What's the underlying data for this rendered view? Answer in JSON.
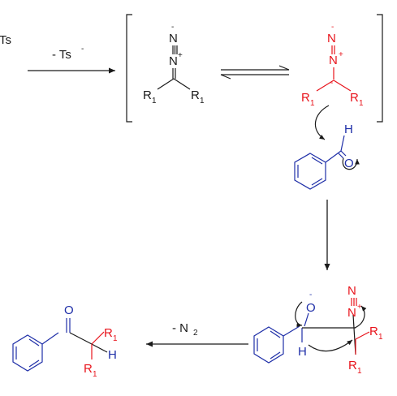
{
  "colors": {
    "black": "#1a1a1a",
    "red": "#e8141c",
    "blue": "#1f2fa8"
  },
  "top_left_fragment": "Ts",
  "step1": {
    "label_text": "- Ts",
    "label_sup": "-"
  },
  "diazo_black": {
    "n_minus": "-",
    "n_plus": "+",
    "r": "R",
    "r_sub": "1"
  },
  "diazo_red": {
    "n_minus": "-",
    "n_plus": "+",
    "r": "R",
    "r_sub": "1",
    "c_minus": "-"
  },
  "benzaldehyde": {
    "h": "H",
    "o": "O"
  },
  "adduct": {
    "o": "O",
    "o_charge": "-",
    "h": "H",
    "n_plus": "+",
    "r": "R",
    "r_sub": "1"
  },
  "step_final": {
    "label_text": "- N",
    "label_sub": "2"
  },
  "product": {
    "o": "O",
    "h": "H",
    "r": "R",
    "r_sub": "1"
  }
}
